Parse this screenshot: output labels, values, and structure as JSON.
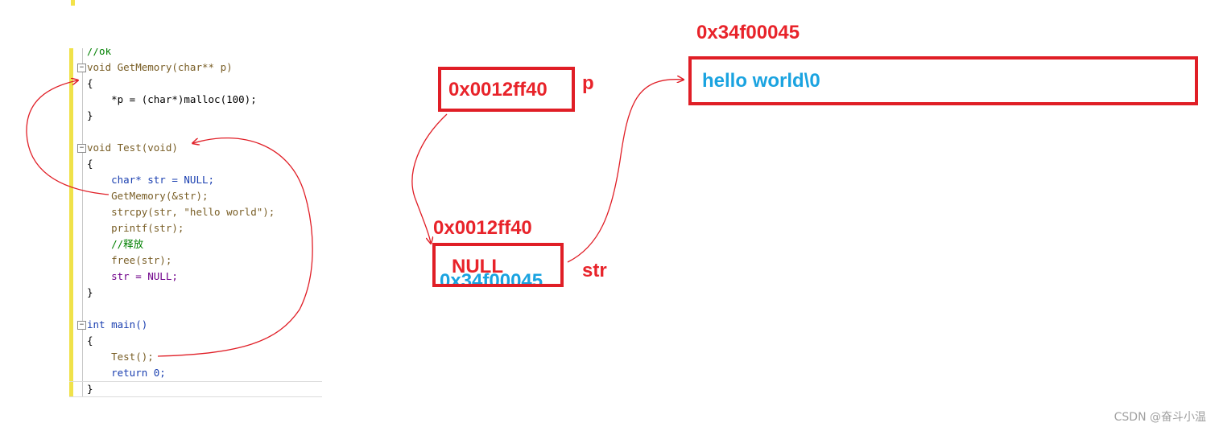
{
  "code": {
    "lines": [
      "//ok",
      "void GetMemory(char** p)",
      "{",
      "    *p = (char*)malloc(100);",
      "}",
      "",
      "void Test(void)",
      "{",
      "    char* str = NULL;",
      "    GetMemory(&str);",
      "    strcpy(str, \"hello world\");",
      "    printf(str);",
      "    //释放",
      "    free(str);",
      "    str = NULL;",
      "}",
      "",
      "int main()",
      "{",
      "    Test();",
      "    return 0;",
      "}"
    ],
    "fold_marker": "−"
  },
  "diagram": {
    "p_value": "0x0012ff40",
    "p_label": "p",
    "str_address": "0x0012ff40",
    "str_old_value": "NULL",
    "str_new_value": "0x34f00045",
    "str_label": "str",
    "heap_address": "0x34f00045",
    "heap_content": "hello world\\0"
  },
  "colors": {
    "annotation_red": "#e8232a",
    "annotation_blue": "#1aa3e0",
    "box_border": "#e01e26"
  },
  "watermark": "CSDN @奋斗小温"
}
